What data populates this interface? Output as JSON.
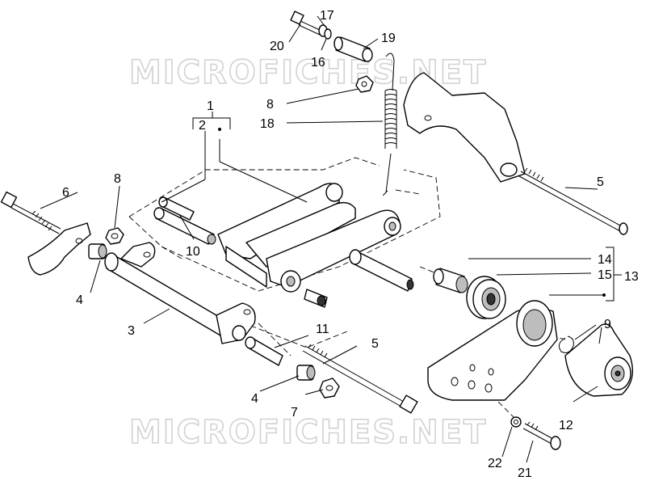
{
  "watermarks": [
    "MICROFICHES.NET",
    "MICROFICHES.NET"
  ],
  "callouts": [
    {
      "key": "c1",
      "text": "1"
    },
    {
      "key": "c2",
      "text": "2"
    },
    {
      "key": "c3",
      "text": "3"
    },
    {
      "key": "c4a",
      "text": "4"
    },
    {
      "key": "c4b",
      "text": "4"
    },
    {
      "key": "c5a",
      "text": "5"
    },
    {
      "key": "c5b",
      "text": "5"
    },
    {
      "key": "c6",
      "text": "6"
    },
    {
      "key": "c7",
      "text": "7"
    },
    {
      "key": "c8a",
      "text": "8"
    },
    {
      "key": "c8b",
      "text": "8"
    },
    {
      "key": "c9",
      "text": "9"
    },
    {
      "key": "c10",
      "text": "10"
    },
    {
      "key": "c11",
      "text": "11"
    },
    {
      "key": "c12",
      "text": "12"
    },
    {
      "key": "c13",
      "text": "13"
    },
    {
      "key": "c14",
      "text": "14"
    },
    {
      "key": "c15",
      "text": "15"
    },
    {
      "key": "c16",
      "text": "16"
    },
    {
      "key": "c17",
      "text": "17"
    },
    {
      "key": "c18",
      "text": "18"
    },
    {
      "key": "c19",
      "text": "19"
    },
    {
      "key": "c20",
      "text": "20"
    },
    {
      "key": "c21",
      "text": "21"
    },
    {
      "key": "c22",
      "text": "22"
    }
  ]
}
